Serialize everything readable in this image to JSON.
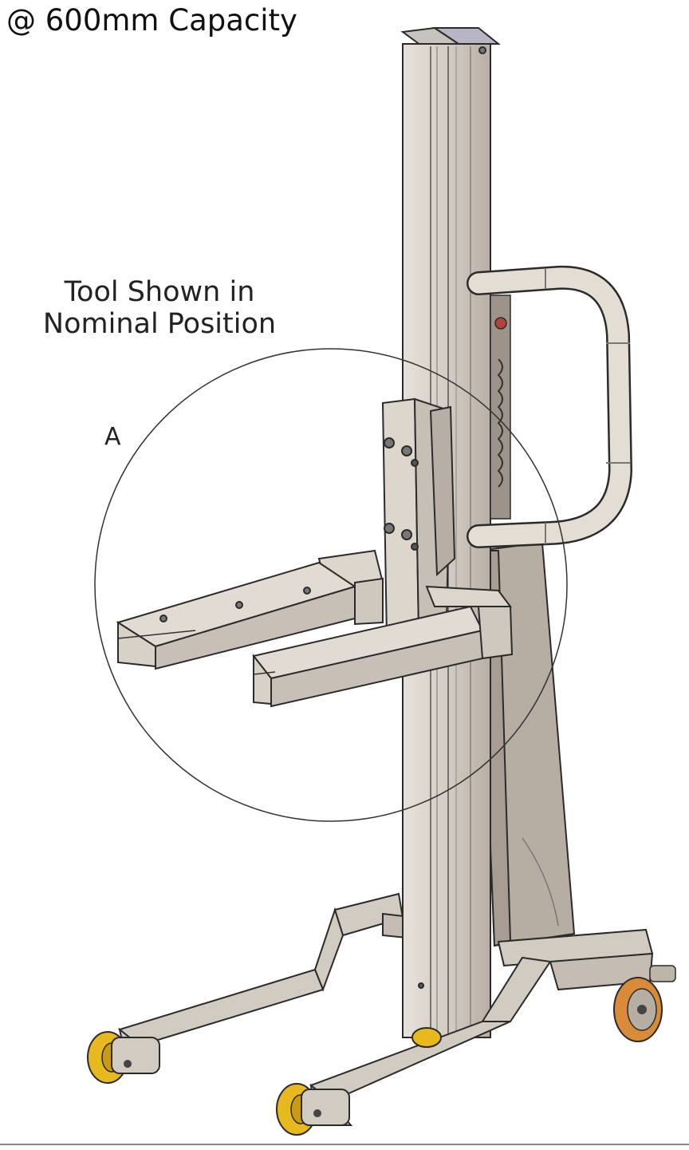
{
  "header": {
    "capacity_label": "@ 600mm Capacity"
  },
  "callout": {
    "line1": "Tool Shown in",
    "line2": "Nominal Position"
  },
  "detail": {
    "label": "A"
  },
  "colors": {
    "frame": "#cfc8bf",
    "frame_shade": "#b9b1a7",
    "handle": "#e4ddd3",
    "wheel": "#e8b81f",
    "wheel_orange": "#d98b3a",
    "outline": "#2b2b2b"
  }
}
